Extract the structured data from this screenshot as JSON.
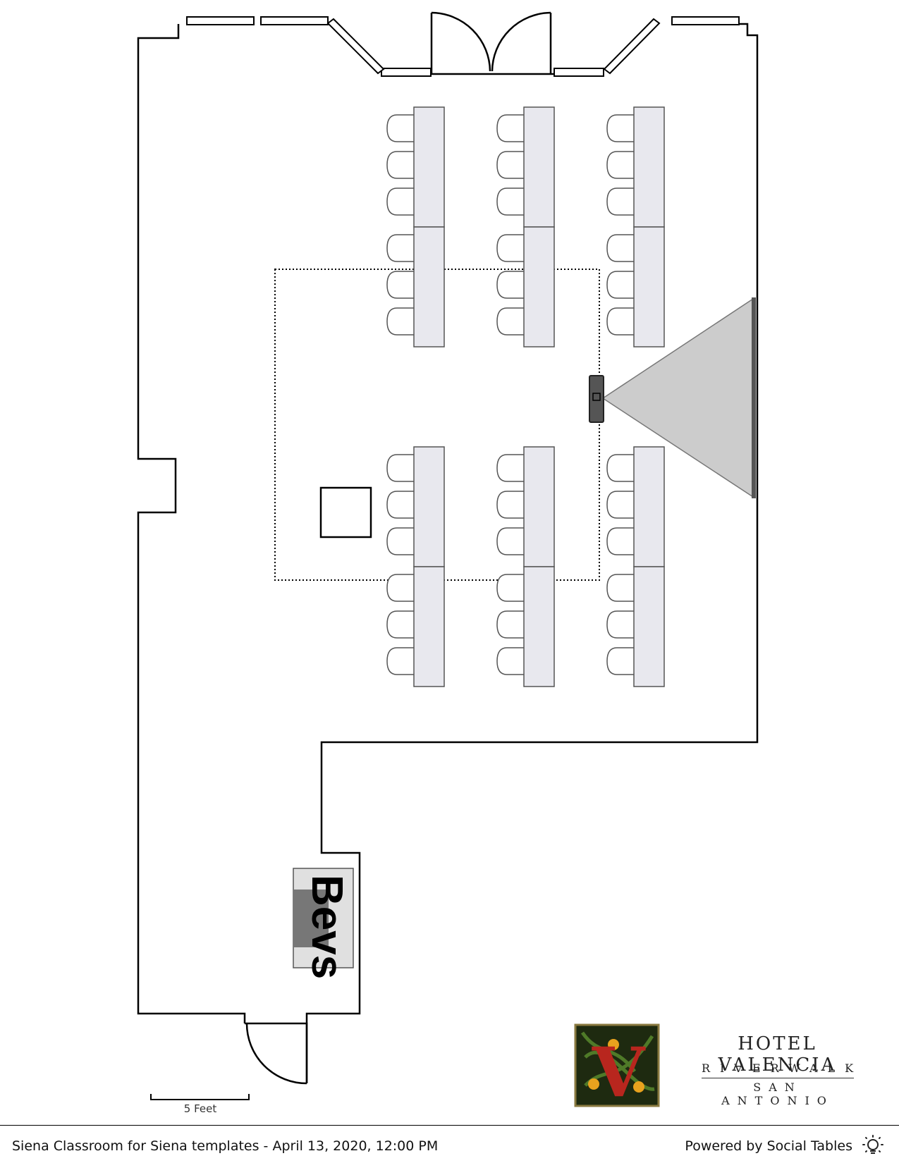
{
  "floorplan": {
    "station_label": "Bevs",
    "scale_label": "5 Feet"
  },
  "branding": {
    "hotel_name": "HOTEL VALENCIA",
    "line1": "RIVERWALK",
    "line2": "SAN ANTONIO",
    "logo_letter": "V"
  },
  "footer": {
    "event_title": "Siena Classroom for Siena templates - April 13, 2020, 12:00 PM",
    "powered_by": "Powered by Social Tables",
    "icon": "bulb-icon"
  }
}
